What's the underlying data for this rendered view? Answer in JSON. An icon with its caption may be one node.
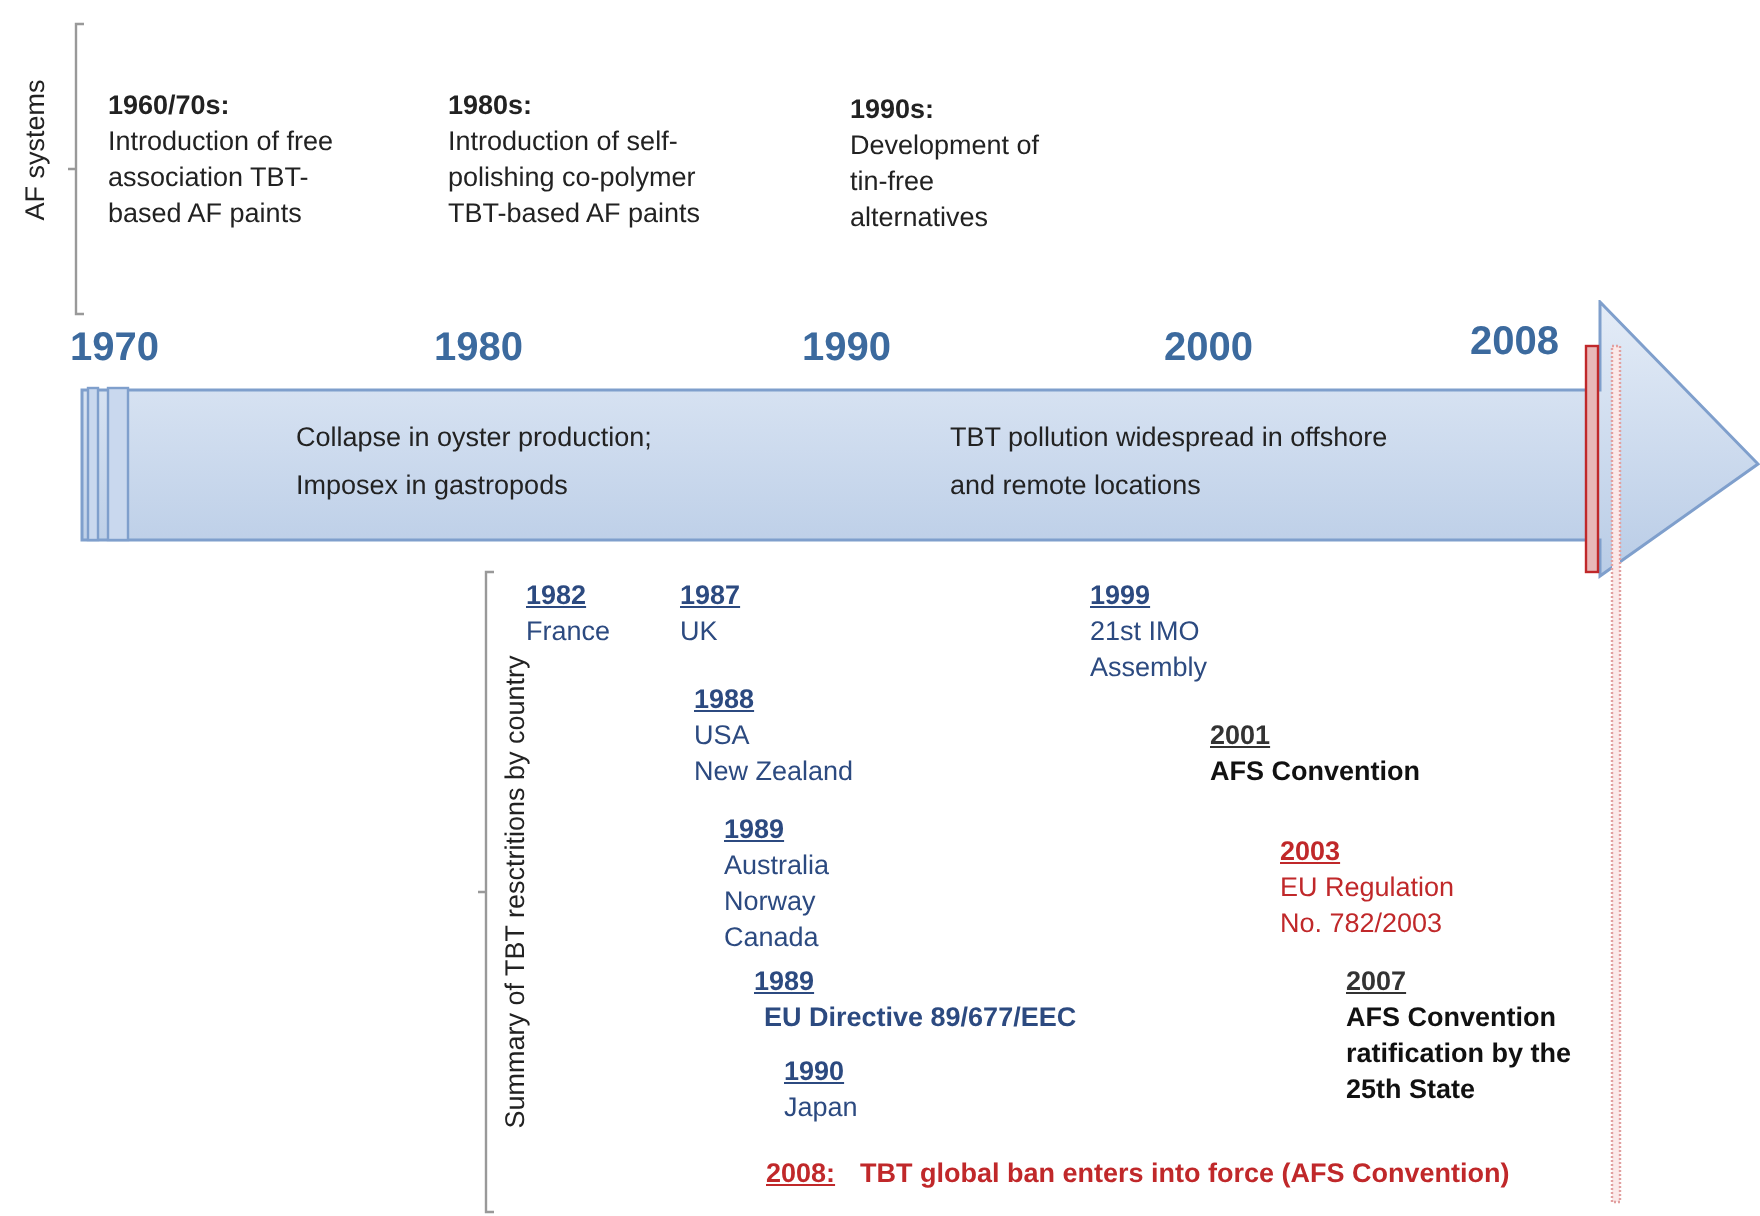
{
  "diagram": {
    "nodes": [
      {
        "text": [
          "Collapse in oyster production; Imposex in gastropods",
          "TBT pollution widespread in offshore and remote locations"
        ]
      }
    ],
    "edges": [],
    "labels": [
      "AF systems",
      "1960/70s:",
      "Introduction of free association TBT-based AF paints",
      "1980s:",
      "Introduction of self-polishing co-polymer TBT-based AF paints",
      "1990s:",
      "Development of tin-free alternatives",
      "1970",
      "1980",
      "1990",
      "2000",
      "2008",
      "Summary of TBT resctritions by country",
      "1982",
      "France",
      "1987",
      "UK",
      "1999",
      "21st IMO Assembly",
      "1988",
      "USA",
      "New Zealand",
      "2001",
      "AFS Convention",
      "1989",
      "Australia",
      "Norway",
      "Canada",
      "2003",
      "EU Regulation No. 782/2003",
      "1989",
      "EU Directive 89/677/EEC",
      "2007",
      "AFS Convention ratification by the 25th State",
      "1990",
      "Japan",
      "2008:",
      "TBT global ban enters into force (AFS Convention)"
    ]
  }
}
